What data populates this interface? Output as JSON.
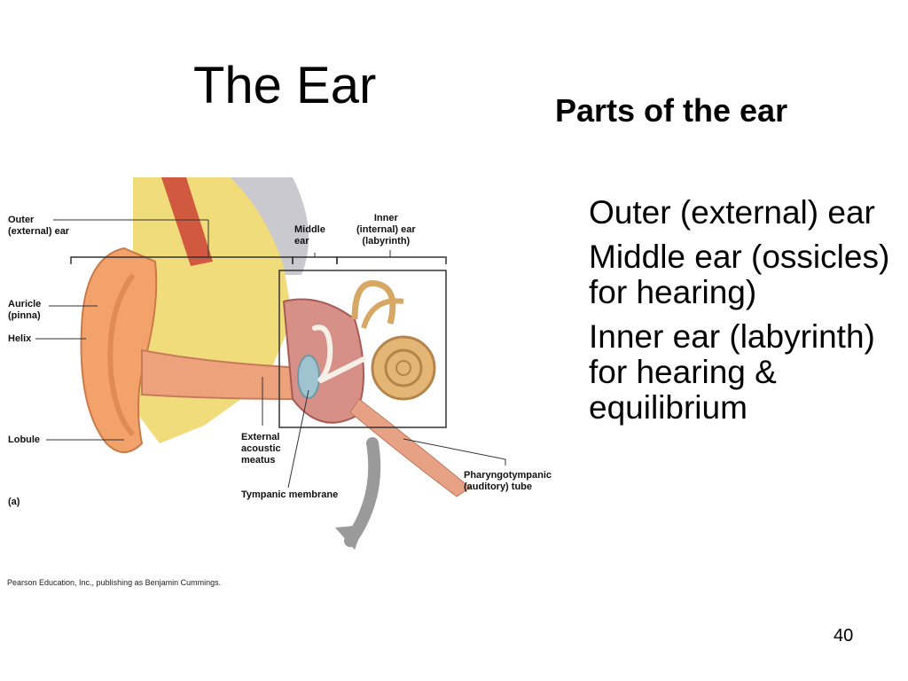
{
  "slide": {
    "title": "The Ear",
    "subtitle": "Parts of the ear",
    "bullets": [
      "Outer (external) ear",
      "Middle ear (ossicles) for hearing)",
      "Inner ear (labyrinth) for hearing & equilibrium"
    ],
    "page_number": "40"
  },
  "diagram": {
    "labels": {
      "outer": "Outer\n(external) ear",
      "middle": "Middle\near",
      "inner": "Inner\n(internal) ear\n(labyrinth)",
      "auricle": "Auricle\n(pinna)",
      "helix": "Helix",
      "lobule": "Lobule",
      "external_meatus": "External\nacoustic\nmeatus",
      "tympanic": "Tympanic membrane",
      "pharyngo": "Pharyngotympanic\n(auditory) tube",
      "panel": "(a)"
    },
    "credit": "Pearson Education, Inc., publishing as Benjamin Cummings."
  }
}
